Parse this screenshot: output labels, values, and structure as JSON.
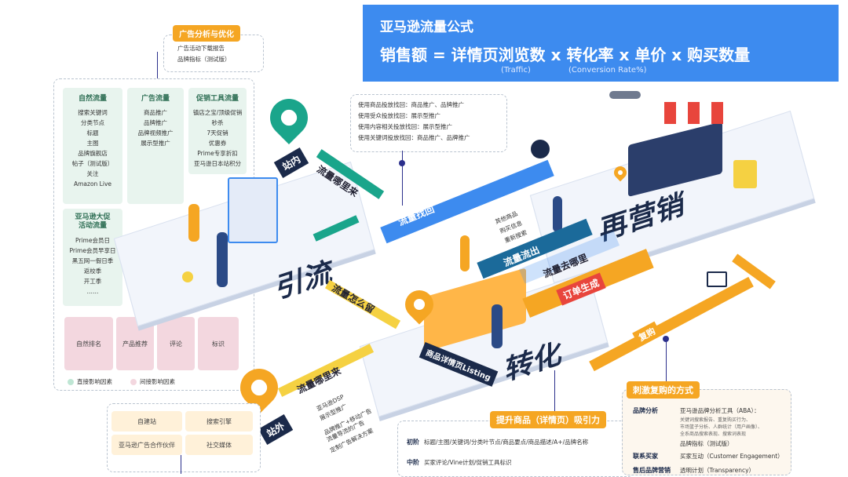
{
  "formula": {
    "title": "亚马逊流量公式",
    "equation": "销售额 = 详情页浏览数 x 转化率 x 单价 x 购买数量",
    "sub_traffic": "(Traffic)",
    "sub_conversion": "(Conversion Rate%)"
  },
  "ad_analysis": {
    "title": "广告分析与优化",
    "items": [
      "广告活动下载报告",
      "品牌指标（测试版）"
    ]
  },
  "traffic_columns": [
    {
      "head": "自然流量",
      "items": [
        "搜索关键词",
        "分类节点",
        "标题",
        "主图",
        "品牌旗舰店",
        "帖子（测试版）",
        "关注",
        "Amazon Live"
      ]
    },
    {
      "head": "广告流量",
      "items": [
        "商品推广",
        "品牌推广",
        "品牌视频推广",
        "展示型推广"
      ]
    },
    {
      "head": "促销工具流量",
      "items": [
        "镇店之宝/顶级促销",
        "秒杀",
        "7天促销",
        "优惠券",
        "Prime专享折扣",
        "亚马逊日本站积分"
      ]
    }
  ],
  "promo_column": {
    "head": "亚马逊大促\n活动流量",
    "items": [
      "Prime会员日",
      "Prime会员早享日",
      "黑五网一假日季",
      "返校季",
      "开工季",
      "……"
    ]
  },
  "factors": [
    "自然排名",
    "产品推荐",
    "评论",
    "标识"
  ],
  "legend": {
    "direct": "直接影响因素",
    "indirect": "间接影响因素"
  },
  "retarget_notes": [
    "使用商品投放找回：商品推广、品牌推广",
    "使用受众投放找回：展示型推广",
    "使用内容相关投放找回：展示型推广",
    "使用关键词投放找回：商品推广、品牌推广"
  ],
  "stations": {
    "inside": "站内",
    "outside": "站外"
  },
  "platforms": {
    "traffic": "引流",
    "remarketing": "再营销",
    "conversion": "转化"
  },
  "arrows": {
    "where_from_inside": "流量哪里来",
    "recover": "流量找回",
    "flow_out": "流量流出",
    "where_go": "流量去哪里",
    "order": "订单生成",
    "how_stay": "流量怎么留",
    "where_from_outside": "流量哪里来",
    "repurchase": "复购"
  },
  "flow_out_notes": [
    "其他商品",
    "购买信息",
    "重新搜索"
  ],
  "outside_notes": [
    "亚马逊DSP",
    "展示型推广",
    "品牌推广+移动广告",
    "流量导流的广告",
    "定制广告解决方案"
  ],
  "outside_boxes": [
    "自建站",
    "搜索引擎",
    "亚马逊广告合作伙伴",
    "社交媒体"
  ],
  "listing_label": "商品详情页Listing",
  "improve": {
    "title": "提升商品（详情页）吸引力",
    "rows": [
      {
        "stage": "初阶",
        "text": "标题/主图/关键词/分类叶节点/商品要点/商品描述/A+/品牌名称"
      },
      {
        "stage": "中阶",
        "text": "买家评论/Vine计划/促销工具标识"
      }
    ]
  },
  "repurchase_box": {
    "title": "刺激复购的方式",
    "rows": [
      {
        "key": "品牌分析",
        "val": "亚马逊品牌分析工具（ABA）：",
        "sub": [
          "关键词搜索报告、重复购买行为、",
          "市场篮子分析、人群统计（用户画像）、",
          "全系商品搜索表现、搜索词表现"
        ]
      },
      {
        "key": "",
        "val": "品牌指标（测试版）",
        "sub": []
      },
      {
        "key": "联系买家",
        "val": "买家互动（Customer Engagement）",
        "sub": []
      },
      {
        "key": "售后品牌营销",
        "val": "透明计划（Transparency）",
        "sub": []
      }
    ]
  },
  "colors": {
    "blue": "#3d8bef",
    "green": "#1aa58b",
    "orange": "#f5a623",
    "navy": "#1b2a4a",
    "red": "#e8453c"
  }
}
